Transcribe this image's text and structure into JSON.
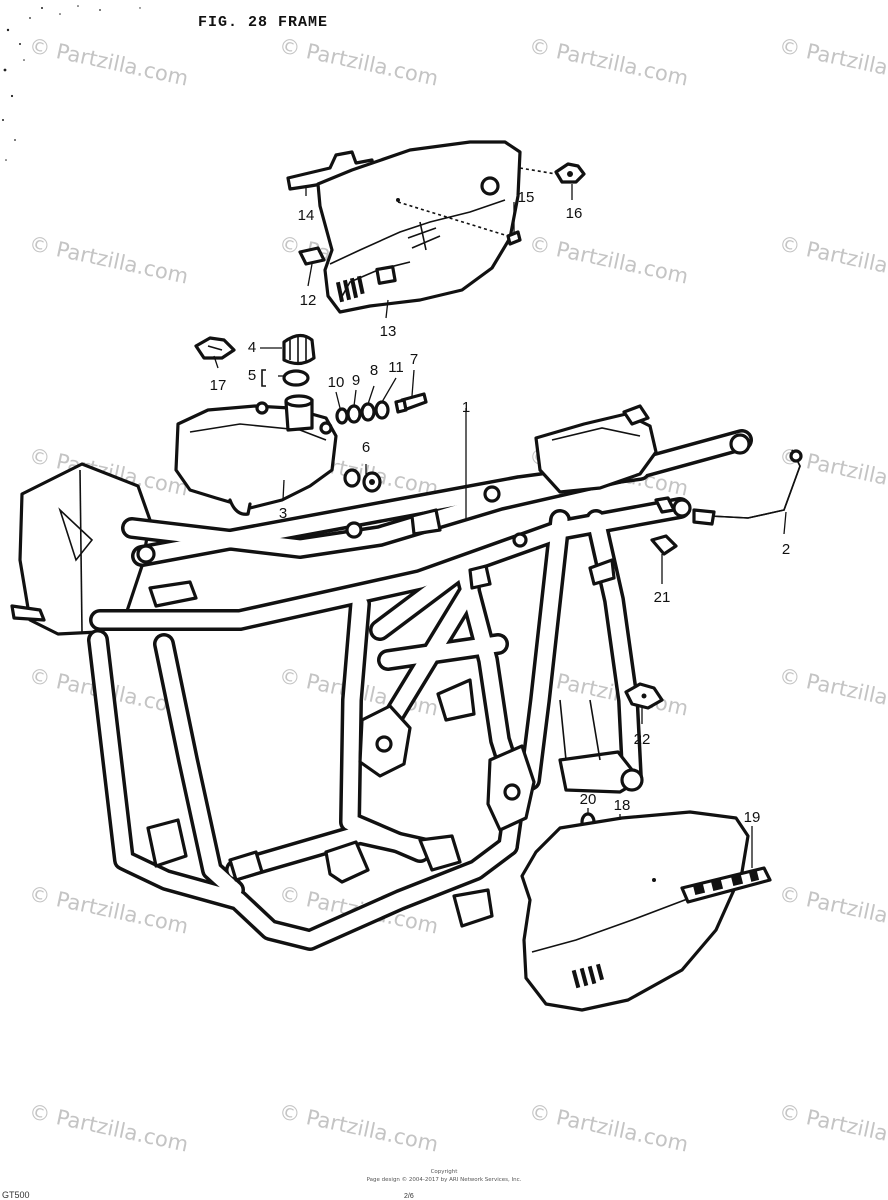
{
  "figure": {
    "title": "FIG. 28 FRAME",
    "footer_line1": "Copyright",
    "footer_line2": "Page design © 2004-2017 by ARI Network Services, Inc.",
    "footer_code": "GT500",
    "stamp": "2/6",
    "watermark_text": "© Partzilla.com"
  },
  "callouts": [
    {
      "label": "1",
      "part": "frame"
    },
    {
      "label": "2",
      "part": "rear bracket"
    },
    {
      "label": "3",
      "part": "oil tank"
    },
    {
      "label": "4",
      "part": "tank cap"
    },
    {
      "label": "5",
      "part": "cap gasket"
    },
    {
      "label": "6",
      "part": "cushion pair"
    },
    {
      "label": "7",
      "part": "bolt"
    },
    {
      "label": "8",
      "part": "washer"
    },
    {
      "label": "9",
      "part": "spacer"
    },
    {
      "label": "10",
      "part": "cushion"
    },
    {
      "label": "11",
      "part": "washer"
    },
    {
      "label": "12",
      "part": "grommet"
    },
    {
      "label": "13",
      "part": "left side cover"
    },
    {
      "label": "14",
      "part": "holder"
    },
    {
      "label": "15",
      "part": "nut"
    },
    {
      "label": "16",
      "part": "clamp"
    },
    {
      "label": "17",
      "part": "clamp"
    },
    {
      "label": "18",
      "part": "right side cover"
    },
    {
      "label": "19",
      "part": "emblem"
    },
    {
      "label": "20",
      "part": "cushion"
    },
    {
      "label": "21",
      "part": "clamp"
    },
    {
      "label": "22",
      "part": "clamp"
    }
  ],
  "colors": {
    "ink": "#111111",
    "paper": "#ffffff",
    "watermark": "#c4c4c4"
  }
}
